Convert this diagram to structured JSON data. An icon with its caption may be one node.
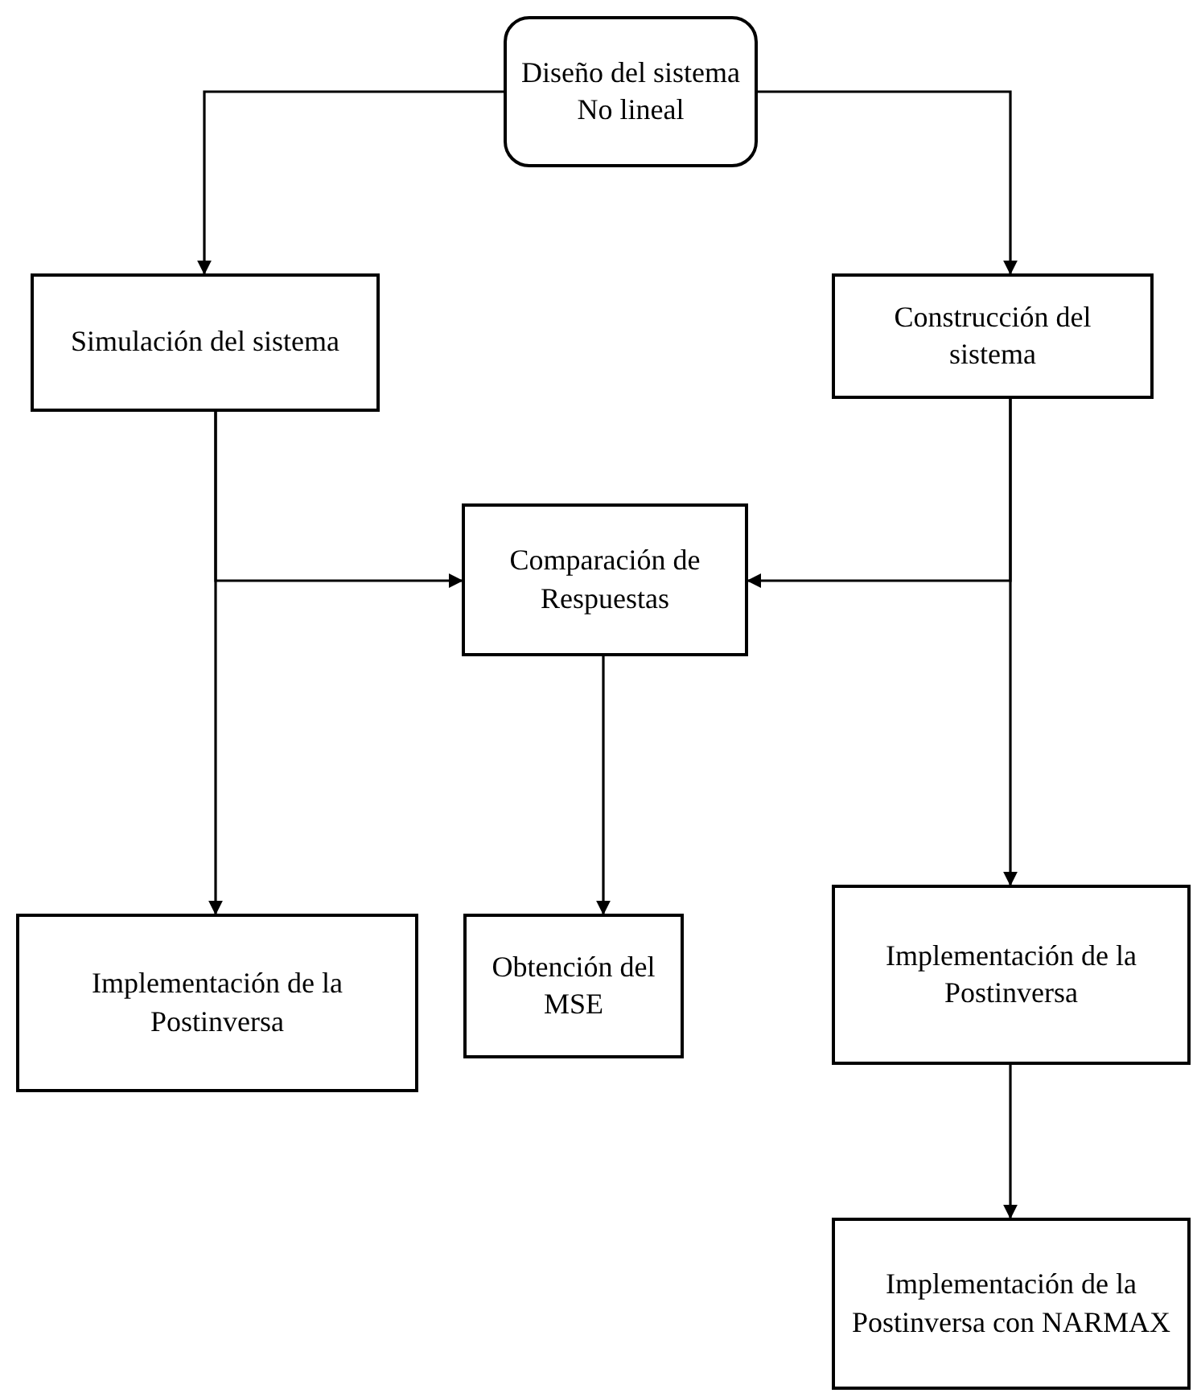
{
  "diagram": {
    "nodes": [
      {
        "text": [
          "Diseño del sistema No lineal"
        ]
      },
      {
        "text": [
          "Simulación del sistema"
        ]
      },
      {
        "text": [
          "Construcción del sistema"
        ]
      },
      {
        "text": [
          "Comparación de Respuestas"
        ]
      },
      {
        "text": [
          "Implementación de la Postinversa"
        ]
      },
      {
        "text": [
          "Obtención del MSE"
        ]
      },
      {
        "text": [
          "Implementación de la Postinversa"
        ]
      },
      {
        "text": [
          "Implementación de la Postinversa con NARMAX"
        ]
      }
    ],
    "edges": [
      {
        "from": 0,
        "to": 1,
        "arrow": "to"
      },
      {
        "from": 0,
        "to": 2,
        "arrow": "to"
      },
      {
        "from": 1,
        "to": 4,
        "arrow": "to"
      },
      {
        "from": 1,
        "to": 3,
        "arrow": "to"
      },
      {
        "from": 2,
        "to": 6,
        "arrow": "to"
      },
      {
        "from": 2,
        "to": 3,
        "arrow": "to"
      },
      {
        "from": 3,
        "to": 5,
        "arrow": "to"
      },
      {
        "from": 6,
        "to": 7,
        "arrow": "to"
      }
    ]
  }
}
